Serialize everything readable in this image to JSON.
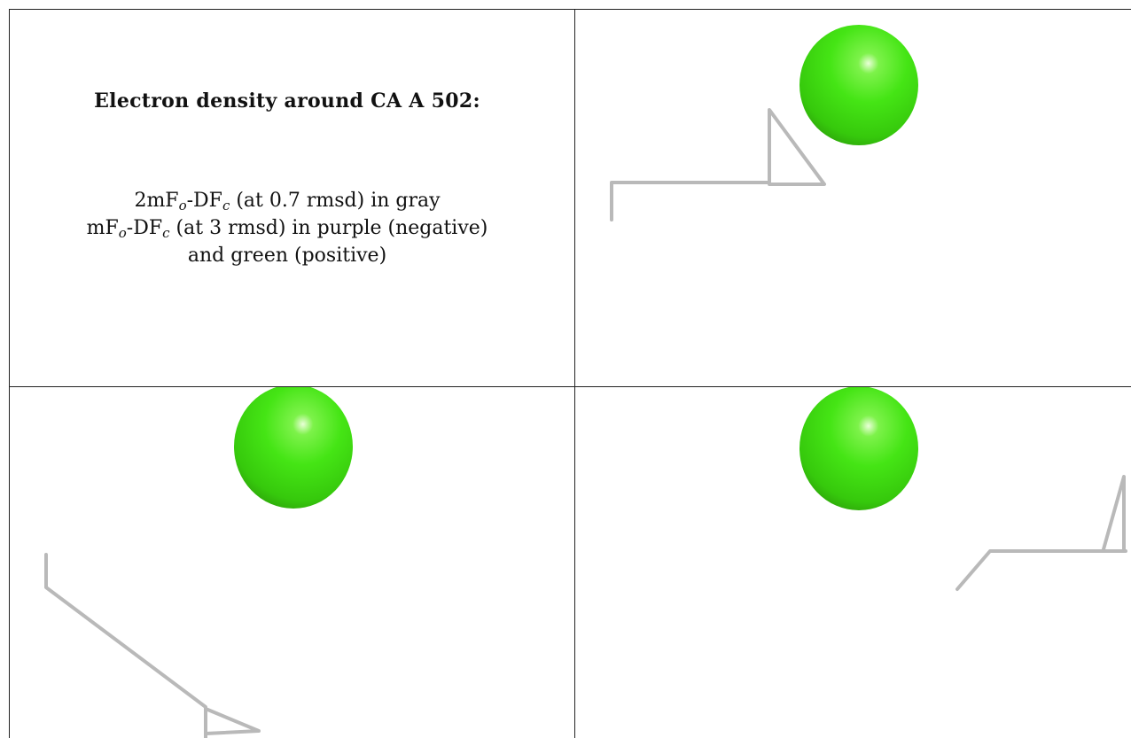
{
  "title": "Electron density around CA A 502:",
  "legend": {
    "line1": {
      "pre": "2mF",
      "sub1": "o",
      "mid": "-DF",
      "sub2": "c",
      "post": " (at 0.7 rmsd) in gray"
    },
    "line2": {
      "pre": "mF",
      "sub1": "o",
      "mid": "-DF",
      "sub2": "c",
      "post": " (at 3 rmsd) in purple (negative)"
    },
    "line3": "and green (positive)"
  },
  "colors": {
    "density_gray": "#b9b9b9",
    "sphere_green": "#3ee20e",
    "grid": "#222222"
  }
}
